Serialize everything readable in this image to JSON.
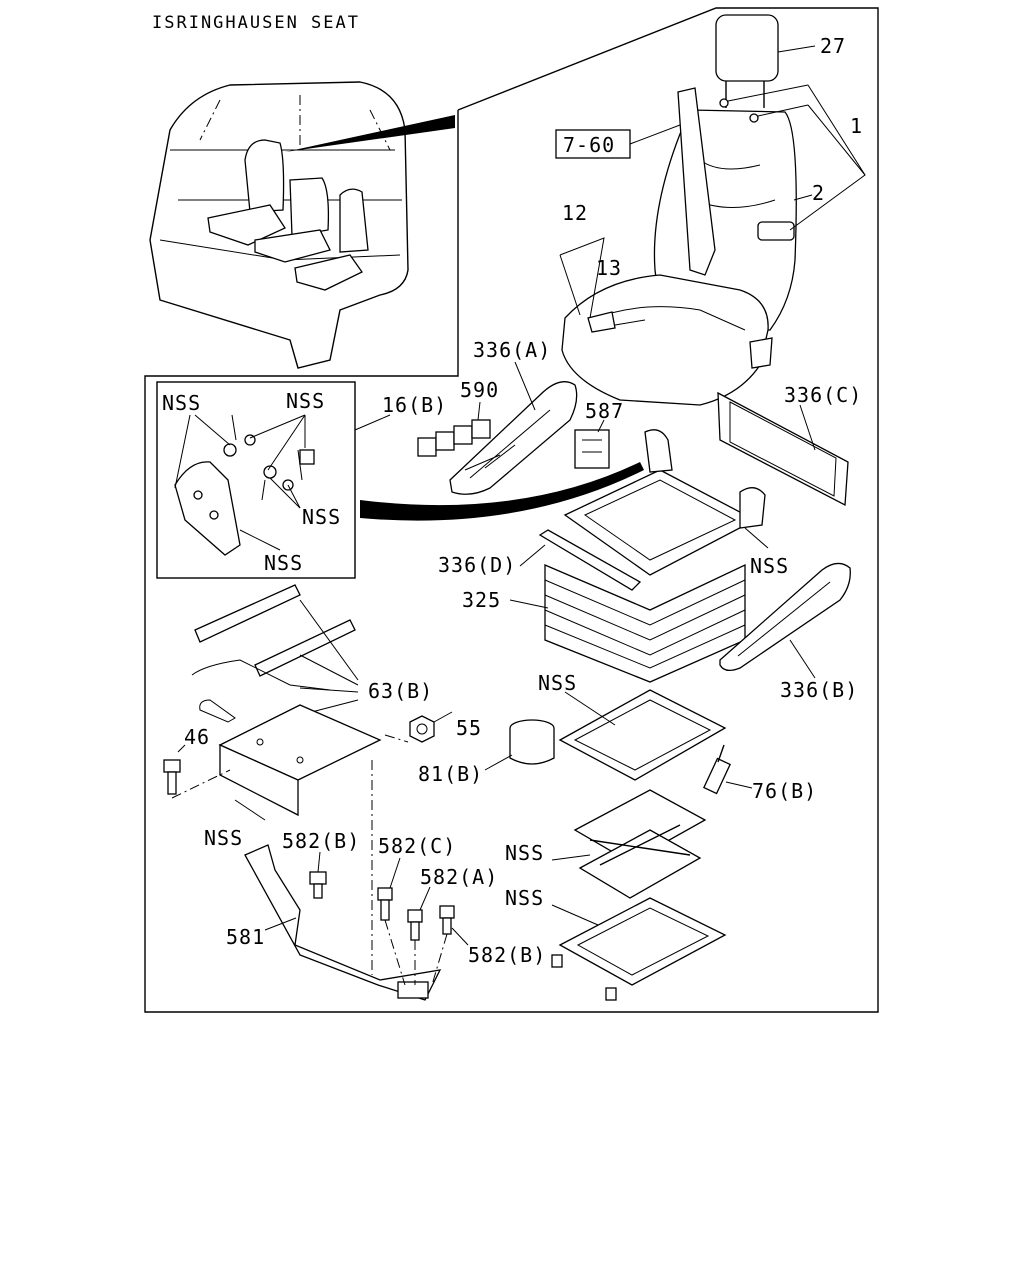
{
  "title": "ISRINGHAUSEN SEAT",
  "labels": {
    "p27": "27",
    "p1": "1",
    "p2": "2",
    "p760": "7-60",
    "p12": "12",
    "p13": "13",
    "p336A": "336(A)",
    "p590": "590",
    "p587": "587",
    "p336C": "336(C)",
    "p16B": "16(B)",
    "nssTL": "NSS",
    "nssTR": "NSS",
    "nssMid": "NSS",
    "nssBot": "NSS",
    "p336D": "336(D)",
    "nssFrame": "NSS",
    "p325": "325",
    "p336B": "336(B)",
    "nssBase": "NSS",
    "p63B": "63(B)",
    "p55": "55",
    "p46": "46",
    "p81B": "81(B)",
    "p76B": "76(B)",
    "nssRail": "NSS",
    "p582B1": "582(B)",
    "p582C": "582(C)",
    "p582A": "582(A)",
    "p582B2": "582(B)",
    "nssScissor": "NSS",
    "nssSlide": "NSS",
    "p581": "581"
  }
}
